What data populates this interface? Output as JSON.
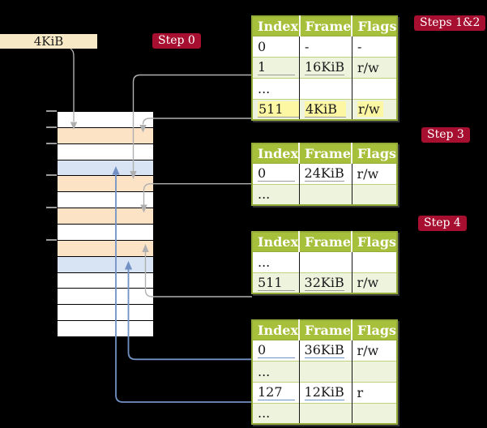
{
  "colors": {
    "badge-red": "#a60f30",
    "header-green": "#a6c03c",
    "border-green": "#94ad39",
    "row-green": "#eef3de",
    "hl-yellow": "#fdf6a2",
    "peach": "#fce3c6",
    "lblue": "#d8e4f4",
    "cream": "#f8e9c6",
    "agray": "#b0b0b0",
    "ablue": "#7191c4"
  },
  "labels": {
    "frame_box": "4KiB",
    "step0": "Step 0",
    "steps12": "Steps 1&2",
    "step3": "Step 3",
    "step4": "Step 4"
  },
  "tables": {
    "t1": {
      "headers": [
        "Index",
        "Frame",
        "Flags"
      ],
      "rows": [
        [
          "0",
          "-",
          "-"
        ],
        [
          "1",
          "16KiB",
          "r/w"
        ],
        [
          "...",
          "",
          ""
        ],
        [
          "511",
          "4KiB",
          "r/w"
        ]
      ]
    },
    "t2": {
      "headers": [
        "Index",
        "Frame",
        "Flags"
      ],
      "rows": [
        [
          "0",
          "24KiB",
          "r/w"
        ],
        [
          "...",
          "",
          ""
        ]
      ]
    },
    "t3": {
      "headers": [
        "Index",
        "Frame",
        "Flags"
      ],
      "rows": [
        [
          "...",
          "",
          ""
        ],
        [
          "511",
          "32KiB",
          "r/w"
        ]
      ]
    },
    "t4": {
      "headers": [
        "Index",
        "Frame",
        "Flags"
      ],
      "rows": [
        [
          "0",
          "36KiB",
          "r/w"
        ],
        [
          "...",
          "",
          ""
        ],
        [
          "127",
          "12KiB",
          "r"
        ],
        [
          "...",
          "",
          ""
        ]
      ]
    }
  },
  "memory": {
    "rows": [
      "white",
      "peach",
      "white",
      "blue",
      "peach",
      "white",
      "peach",
      "white",
      "peach",
      "blue",
      "white",
      "white",
      "white",
      "white"
    ]
  }
}
